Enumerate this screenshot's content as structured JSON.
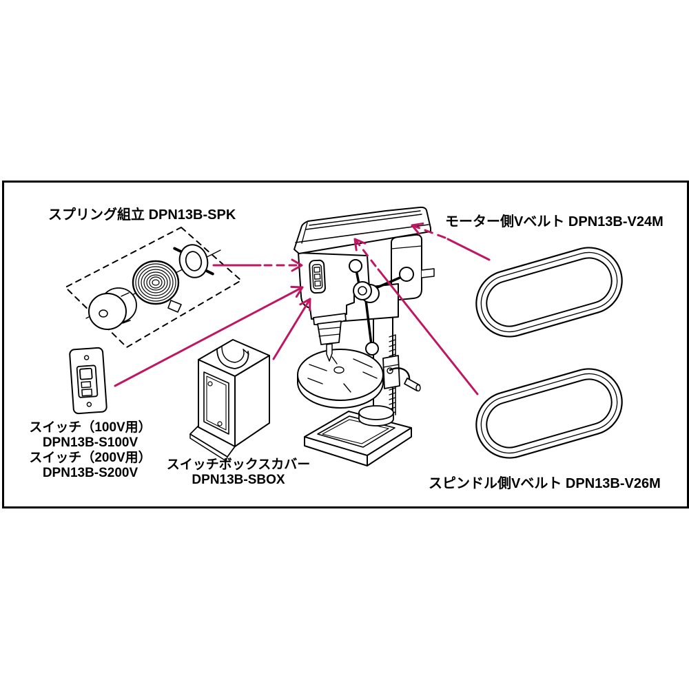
{
  "frame": {
    "background": "#ffffff",
    "border_color": "#000000"
  },
  "style": {
    "arrow_color": "#c01560",
    "line_color": "#000000"
  },
  "parts": [
    {
      "id": "spring-assembly",
      "label": "スプリング組立",
      "code": "DPN13B-SPK"
    },
    {
      "id": "motor-v-belt",
      "label": "モーター側Vベルト",
      "code": "DPN13B-V24M"
    },
    {
      "id": "switch-100v",
      "label": "スイッチ（100V用）",
      "code": "DPN13B-S100V"
    },
    {
      "id": "switch-200v",
      "label": "スイッチ（200V用）",
      "code": "DPN13B-S200V"
    },
    {
      "id": "switch-box-cover",
      "label": "スイッチボックスカバー",
      "code": "DPN13B-SBOX"
    },
    {
      "id": "spindle-v-belt",
      "label": "スピンドル側Vベルト",
      "code": "DPN13B-V26M"
    }
  ],
  "arrows": [
    {
      "from": "spring-assembly",
      "to": "drill-head-switch-area",
      "style": "dashed"
    },
    {
      "from": "switch-plate",
      "to": "drill-head-switch-area",
      "style": "solid"
    },
    {
      "from": "switch-box-cover",
      "to": "drill-head-lower-area",
      "style": "solid"
    },
    {
      "from": "motor-v-belt",
      "to": "belt-cover-top-right",
      "style": "solid-then-dashed"
    },
    {
      "from": "spindle-v-belt",
      "to": "belt-cover-top-middle",
      "style": "solid-then-dashed"
    }
  ]
}
